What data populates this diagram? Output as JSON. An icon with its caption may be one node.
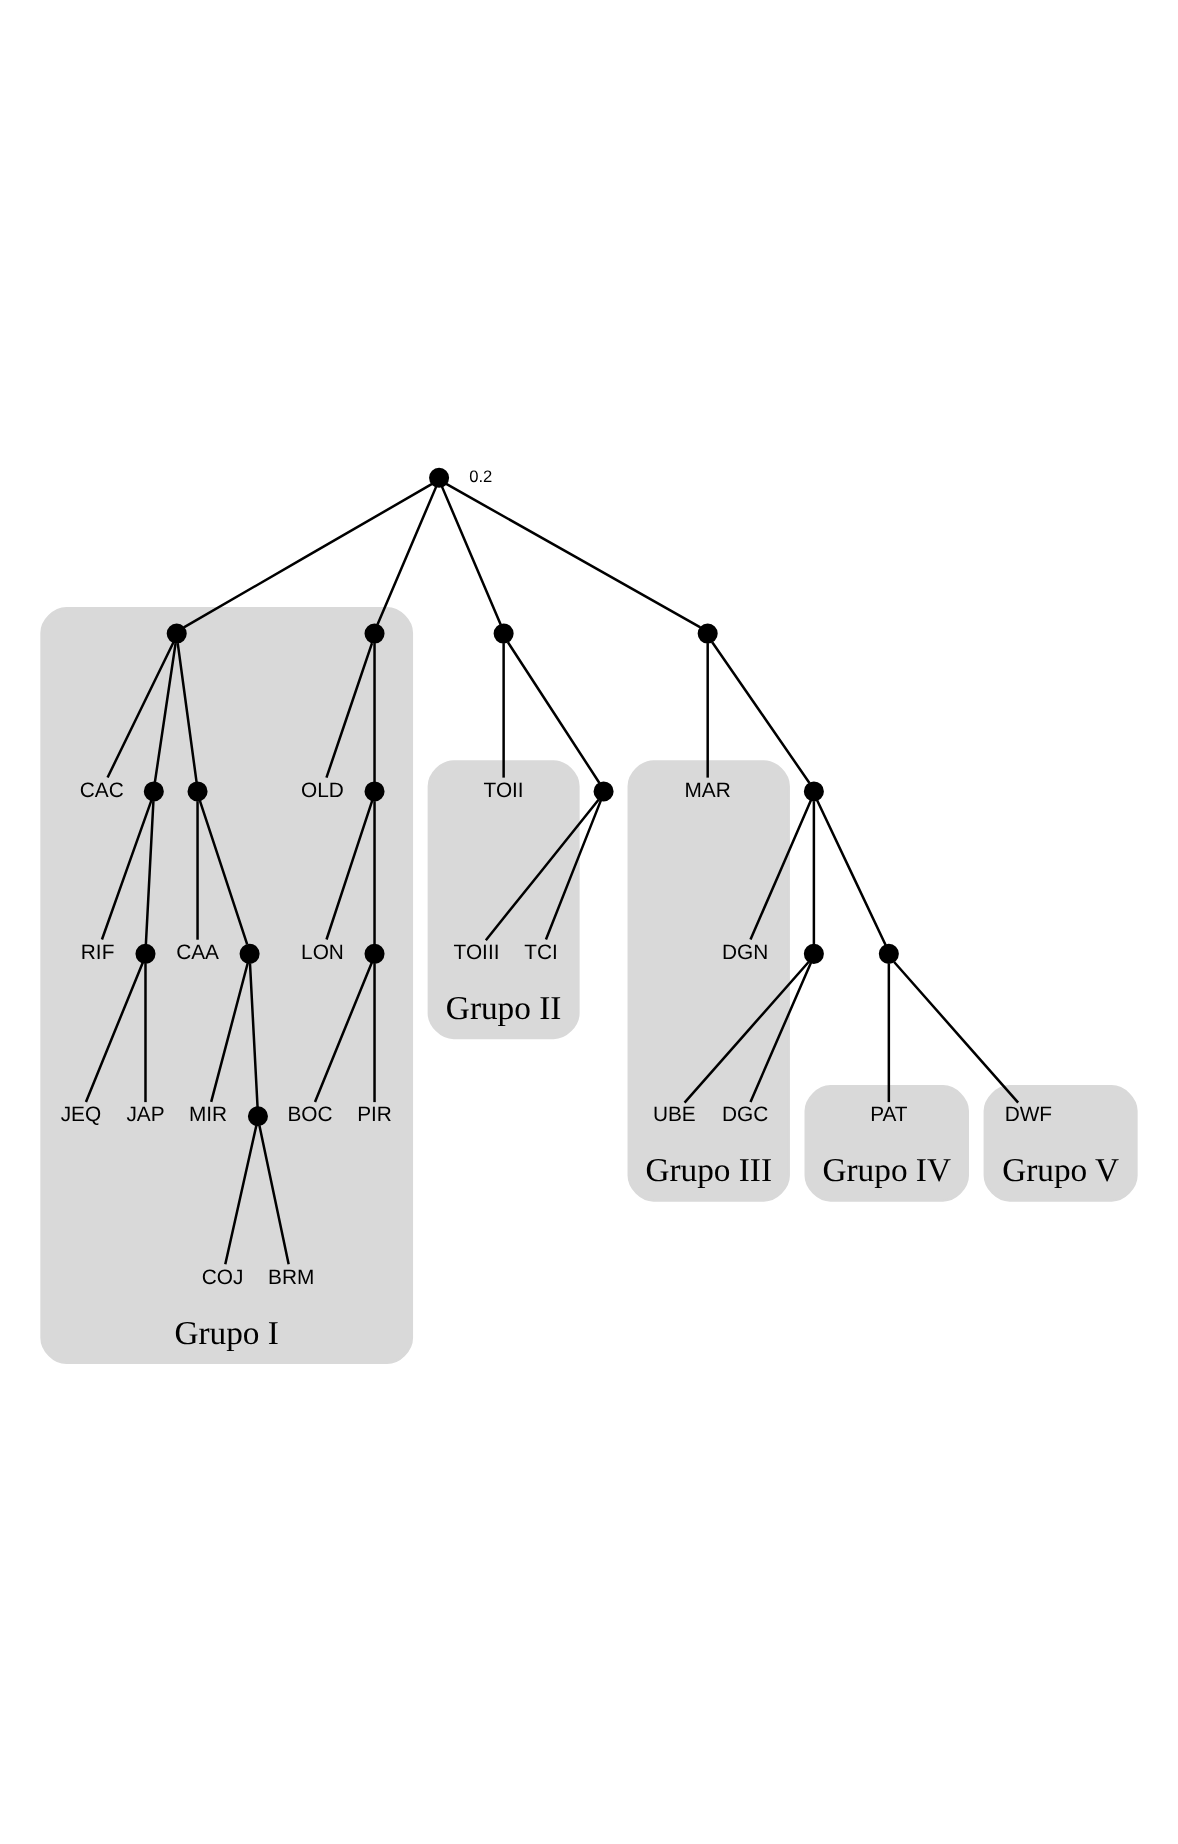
{
  "diagram": {
    "nodes": [
      {
        "text": [
          "Grupo I"
        ]
      },
      {
        "text": [
          "LON"
        ],
        "in": 0
      },
      {
        "text": [
          "BOC"
        ],
        "in": 0
      },
      {
        "text": [
          "PIR"
        ],
        "in": 0
      },
      {
        "text": [
          "OLD"
        ],
        "in": 0
      },
      {
        "text": [
          "JEQ"
        ],
        "in": 0
      },
      {
        "text": [
          "JAP"
        ],
        "in": 0
      },
      {
        "text": [
          "RIF"
        ],
        "in": 0
      },
      {
        "text": [
          "CAC"
        ],
        "in": 0
      },
      {
        "text": [
          "CAA"
        ],
        "in": 0
      },
      {
        "text": [
          "MIR"
        ],
        "in": 0
      },
      {
        "text": [
          "COJ"
        ],
        "in": 0
      },
      {
        "text": [
          "BRM"
        ],
        "in": 0
      },
      {
        "text": [
          "Grupo II"
        ]
      },
      {
        "text": [
          "TOII"
        ],
        "in": 13
      },
      {
        "text": [
          "TCI"
        ],
        "in": 13
      },
      {
        "text": [
          "TOIII"
        ],
        "in": 13
      },
      {
        "text": [
          "Grupo III"
        ]
      },
      {
        "text": [
          "MAR"
        ],
        "in": 17
      },
      {
        "text": [
          "DGN"
        ],
        "in": 17
      },
      {
        "text": [
          "DGC"
        ],
        "in": 17
      },
      {
        "text": [
          "UBE"
        ],
        "in": 17
      },
      {
        "text": [
          "Grupo IV"
        ]
      },
      {
        "text": [
          "PAT"
        ],
        "in": 22
      },
      {
        "text": [
          "Grupo V"
        ]
      },
      {
        "text": [
          "DWF"
        ],
        "in": 24
      },
      {
        "text": [],
        "shape": "point"
      },
      {
        "text": [],
        "shape": "point",
        "in": 0
      },
      {
        "text": [],
        "shape": "point",
        "in": 0
      },
      {
        "text": [],
        "shape": "point",
        "in": 0
      },
      {
        "text": [],
        "shape": "point",
        "in": 0
      },
      {
        "text": [],
        "shape": "point",
        "in": 0
      },
      {
        "text": [],
        "shape": "point",
        "in": 0
      },
      {
        "text": [],
        "shape": "point",
        "in": 0
      },
      {
        "text": [],
        "shape": "point",
        "in": 0
      },
      {
        "text": [],
        "shape": "point",
        "in": 0
      },
      {
        "text": [],
        "shape": "point"
      },
      {
        "text": [],
        "shape": "point"
      },
      {
        "text": [],
        "shape": "point"
      },
      {
        "text": [],
        "shape": "point"
      },
      {
        "text": [],
        "shape": "point"
      },
      {
        "text": [],
        "shape": "point"
      }
    ],
    "edges": [
      {
        "from": 26,
        "to": 27,
        "arrow": "none"
      },
      {
        "from": 27,
        "to": 4,
        "arrow": "none"
      },
      {
        "from": 27,
        "to": 28,
        "arrow": "none"
      },
      {
        "from": 28,
        "to": 1,
        "arrow": "none"
      },
      {
        "from": 28,
        "to": 29,
        "arrow": "none"
      },
      {
        "from": 29,
        "to": 2,
        "arrow": "none"
      },
      {
        "from": 29,
        "to": 3,
        "arrow": "none"
      },
      {
        "from": 26,
        "to": 30,
        "arrow": "none"
      },
      {
        "from": 30,
        "to": 31,
        "arrow": "none"
      },
      {
        "from": 31,
        "to": 7,
        "arrow": "none"
      },
      {
        "from": 31,
        "to": 32,
        "arrow": "none"
      },
      {
        "from": 32,
        "to": 6,
        "arrow": "none"
      },
      {
        "from": 32,
        "to": 5,
        "arrow": "none"
      },
      {
        "from": 30,
        "to": 8,
        "arrow": "none"
      },
      {
        "from": 30,
        "to": 33,
        "arrow": "none"
      },
      {
        "from": 33,
        "to": 9,
        "arrow": "none"
      },
      {
        "from": 33,
        "to": 34,
        "arrow": "none"
      },
      {
        "from": 34,
        "to": 10,
        "arrow": "none"
      },
      {
        "from": 34,
        "to": 35,
        "arrow": "none"
      },
      {
        "from": 35,
        "to": 11,
        "arrow": "none"
      },
      {
        "from": 35,
        "to": 12,
        "arrow": "none"
      },
      {
        "from": 26,
        "to": 36,
        "arrow": "none"
      },
      {
        "from": 36,
        "to": 14,
        "arrow": "none"
      },
      {
        "from": 36,
        "to": 37,
        "arrow": "none"
      },
      {
        "from": 37,
        "to": 15,
        "arrow": "none"
      },
      {
        "from": 37,
        "to": 16,
        "arrow": "none"
      },
      {
        "from": 26,
        "to": 38,
        "arrow": "none"
      },
      {
        "from": 38,
        "to": 18,
        "arrow": "none"
      },
      {
        "from": 38,
        "to": 39,
        "arrow": "none"
      },
      {
        "from": 39,
        "to": 19,
        "arrow": "none"
      },
      {
        "from": 39,
        "to": 40,
        "arrow": "none"
      },
      {
        "from": 40,
        "to": 20,
        "arrow": "none"
      },
      {
        "from": 40,
        "to": 21,
        "arrow": "none"
      },
      {
        "from": 39,
        "to": 41,
        "arrow": "none"
      },
      {
        "from": 41,
        "to": 23,
        "arrow": "none"
      },
      {
        "from": 41,
        "to": 25,
        "arrow": "none"
      }
    ],
    "labels": [
      "0.2"
    ]
  }
}
